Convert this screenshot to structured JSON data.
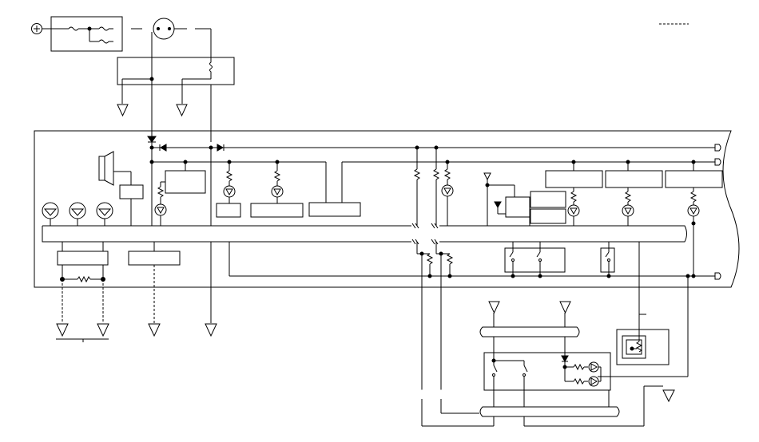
{
  "diagram": {
    "type": "wiring-schematic",
    "colors": {
      "background": "#ffffff",
      "line": "#000000"
    },
    "symbols": {
      "positive-terminal": "plus-in-circle",
      "ground": "open-triangle",
      "connector": "rounded-arrow-tip",
      "lamp": "circle-with-filament",
      "speaker": "horn-outline",
      "gauge": "round-dial",
      "relay": "coil-switch",
      "led": "triangle-in-circle",
      "resistor": "zigzag"
    },
    "legend": {
      "dashed_line_sample": ""
    }
  }
}
